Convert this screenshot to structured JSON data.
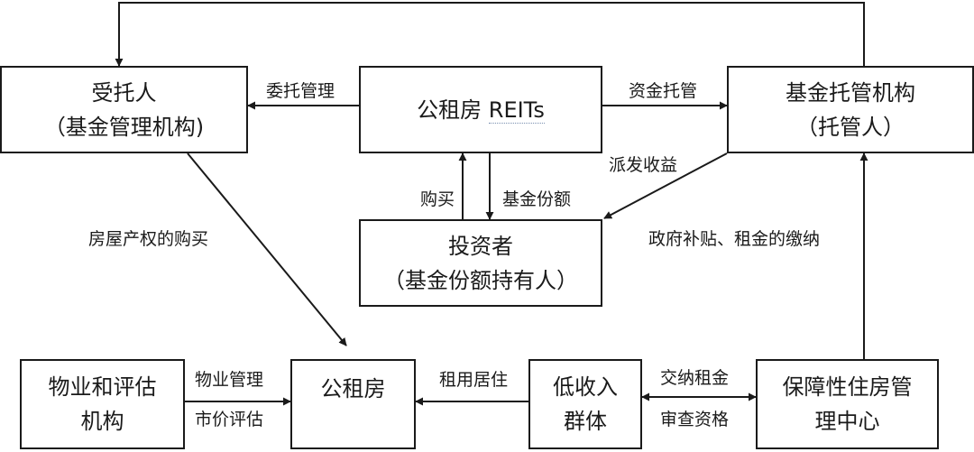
{
  "nodes": {
    "trustee": {
      "line1": "受托人",
      "line2": "（基金管理机构)"
    },
    "reits": {
      "prefix": "公租房 ",
      "name": "REITs"
    },
    "custodian": {
      "line1": "基金托管机构",
      "line2": "（托管人）"
    },
    "investor": {
      "line1": "投资者",
      "line2": "（基金份额持有人）"
    },
    "property_mgmt": {
      "line1": "物业和评估",
      "line2": "机构"
    },
    "public_housing": {
      "line1": "公租房"
    },
    "low_income": {
      "line1": "低收入",
      "line2": "群体"
    },
    "housing_center": {
      "line1": "保障性住房管",
      "line2": "理中心"
    }
  },
  "edges": {
    "entrusted_management": "委托管理",
    "fund_custody": "资金托管",
    "distribute_income": "派发收益",
    "purchase": "购买",
    "fund_shares": "基金份额",
    "property_purchase": "房屋产权的购买",
    "subsidy_rent": "政府补贴、租金的缴纳",
    "property_management": "物业管理",
    "market_valuation": "市价评估",
    "rent_live": "租用居住",
    "pay_rent": "交纳租金",
    "qualification_review": "审查资格"
  }
}
